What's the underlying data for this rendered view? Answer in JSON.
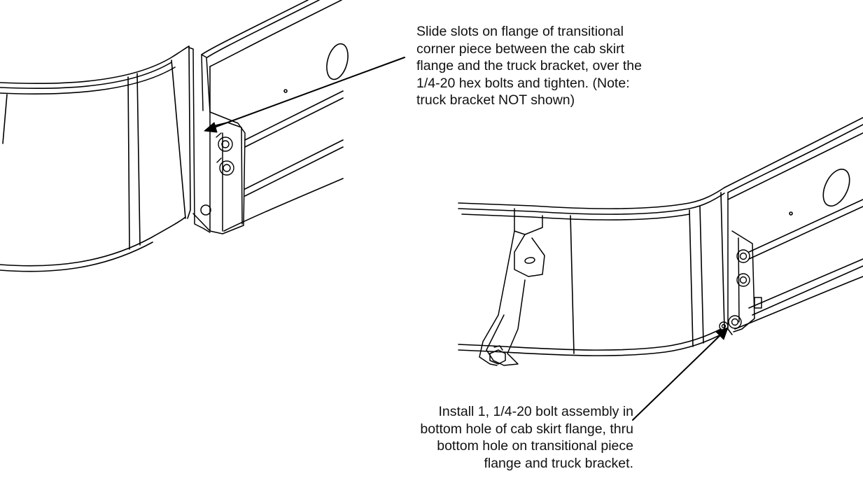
{
  "callouts": {
    "top": {
      "lines": [
        "Slide slots on flange of transitional",
        "corner piece between the cab skirt",
        "flange and the truck bracket, over the",
        "1/4-20 hex bolts and tighten. (Note:",
        "truck bracket NOT shown)"
      ]
    },
    "bottom": {
      "lines": [
        "Install 1, 1/4-20 bolt assembly in",
        "bottom hole of cab skirt flange, thru",
        "bottom hole on transitional piece",
        "flange and truck bracket."
      ]
    }
  },
  "colors": {
    "line": "#000000",
    "text": "#111111",
    "background": "#ffffff"
  }
}
